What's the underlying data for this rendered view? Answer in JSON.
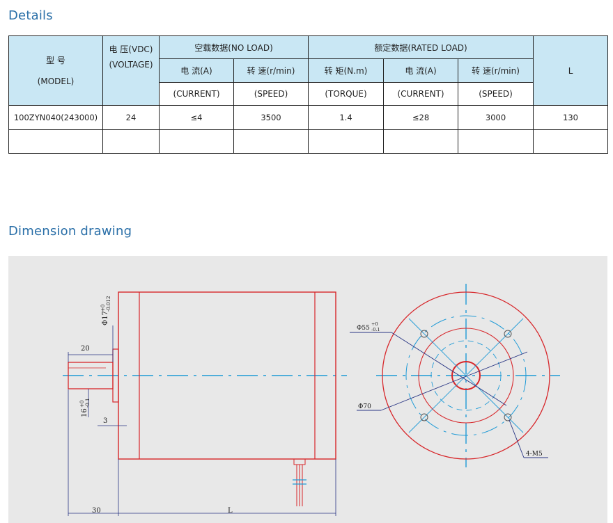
{
  "details_title": "Details",
  "dimension_title": "Dimension drawing",
  "table": {
    "model": {
      "cn": "型 号",
      "en": "(MODEL)"
    },
    "voltage": {
      "cn": "电 压(VDC)",
      "en": "(VOLTAGE)"
    },
    "no_load": {
      "group": "空载数据(NO LOAD)",
      "current": {
        "cn": "电 流(A)",
        "en": "(CURRENT)"
      },
      "speed": {
        "cn": "转 速(r/min)",
        "en": "(SPEED)"
      }
    },
    "rated_load": {
      "group": "额定数据(RATED LOAD)",
      "torque": {
        "cn": "转 矩(N.m)",
        "en": "(TORQUE)"
      },
      "current": {
        "cn": "电 流(A)",
        "en": "(CURRENT)"
      },
      "speed": {
        "cn": "转 速(r/min)",
        "en": "(SPEED)"
      }
    },
    "length": "L",
    "row": {
      "model": "100ZYN040(243000)",
      "voltage": "24",
      "noload_current": "≤4",
      "noload_speed": "3500",
      "torque": "1.4",
      "rated_current": "≤28",
      "rated_speed": "3000",
      "length": "130"
    }
  },
  "drawing": {
    "dim_shaft_dia": "Φ17",
    "dim_shaft_dia_tol_top": "+0",
    "dim_shaft_dia_tol_bottom": "-0.012",
    "dim_shaft_len": "20",
    "dim_flat": "16",
    "dim_flat_tol_top": "+0",
    "dim_flat_tol_bottom": "-0.1",
    "dim_pilot": "3",
    "dim_front_len": "30",
    "dim_body_len": "L",
    "dim_pilot_dia": "Φ55",
    "dim_pilot_dia_tol_top": "+0",
    "dim_pilot_dia_tol_bottom": "-0.1",
    "dim_bolt_circle": "Φ70",
    "dim_holes": "4-M5"
  },
  "colors": {
    "accent": "#2a6fa8",
    "header_bg": "#c9e7f4",
    "drawing_bg": "#e8e8e8",
    "outline_red": "#d7262a",
    "center_blue": "#1e9ad6",
    "dim_navy": "#283583"
  }
}
